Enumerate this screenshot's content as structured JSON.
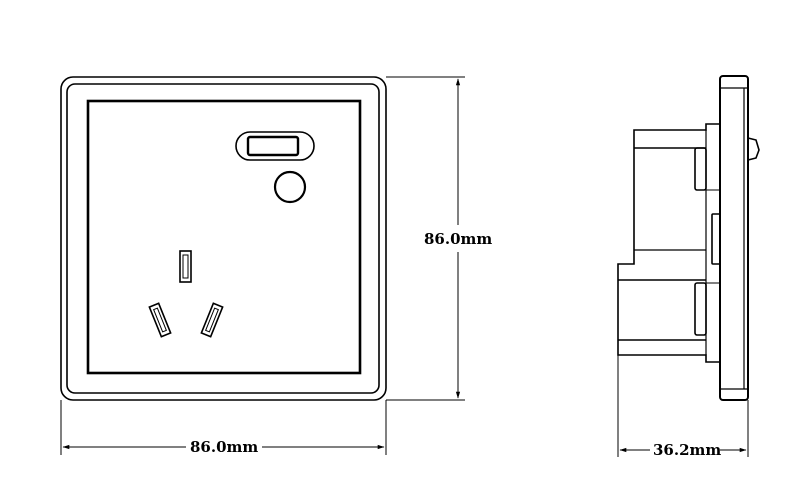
{
  "dimensions": {
    "width_label": "86.0mm",
    "height_label": "86.0mm",
    "depth_label": "36.2mm"
  },
  "colors": {
    "stroke": "#000000",
    "background": "#ffffff"
  }
}
